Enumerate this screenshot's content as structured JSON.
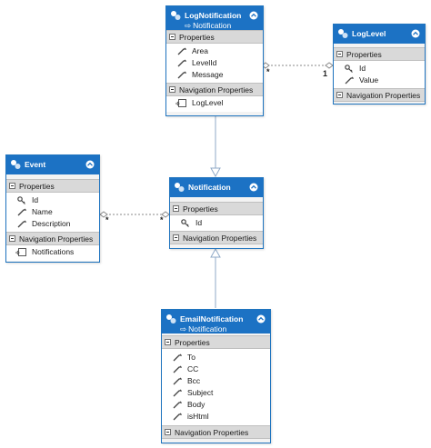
{
  "diagram": {
    "entities": {
      "log_notification": {
        "name": "LogNotification",
        "base": "Notification",
        "sections": {
          "properties": {
            "title": "Properties",
            "items": [
              "Area",
              "LevelId",
              "Message"
            ]
          },
          "navigation": {
            "title": "Navigation Properties",
            "items": [
              "LogLevel"
            ]
          }
        }
      },
      "log_level": {
        "name": "LogLevel",
        "sections": {
          "properties": {
            "title": "Properties",
            "items": [
              "Id",
              "Value"
            ]
          },
          "navigation": {
            "title": "Navigation Properties",
            "items": []
          }
        }
      },
      "event": {
        "name": "Event",
        "sections": {
          "properties": {
            "title": "Properties",
            "items": [
              "Id",
              "Name",
              "Description"
            ]
          },
          "navigation": {
            "title": "Navigation Properties",
            "items": [
              "Notifications"
            ]
          }
        }
      },
      "notification": {
        "name": "Notification",
        "sections": {
          "properties": {
            "title": "Properties",
            "items": [
              "Id"
            ]
          },
          "navigation": {
            "title": "Navigation Properties",
            "items": []
          }
        }
      },
      "email_notification": {
        "name": "EmailNotification",
        "base": "Notification",
        "sections": {
          "properties": {
            "title": "Properties",
            "items": [
              "To",
              "CC",
              "Bcc",
              "Subject",
              "Body",
              "isHtml"
            ]
          },
          "navigation": {
            "title": "Navigation Properties",
            "items": []
          }
        }
      }
    },
    "associations": {
      "lognotification_loglevel": {
        "from_multiplicity": "*",
        "to_multiplicity": "1"
      },
      "event_notification": {
        "from_multiplicity": "*",
        "to_multiplicity": "*"
      }
    },
    "colors": {
      "header": "#1c72c4",
      "section": "#d9d9d9",
      "line": "#8fa9c7"
    }
  }
}
